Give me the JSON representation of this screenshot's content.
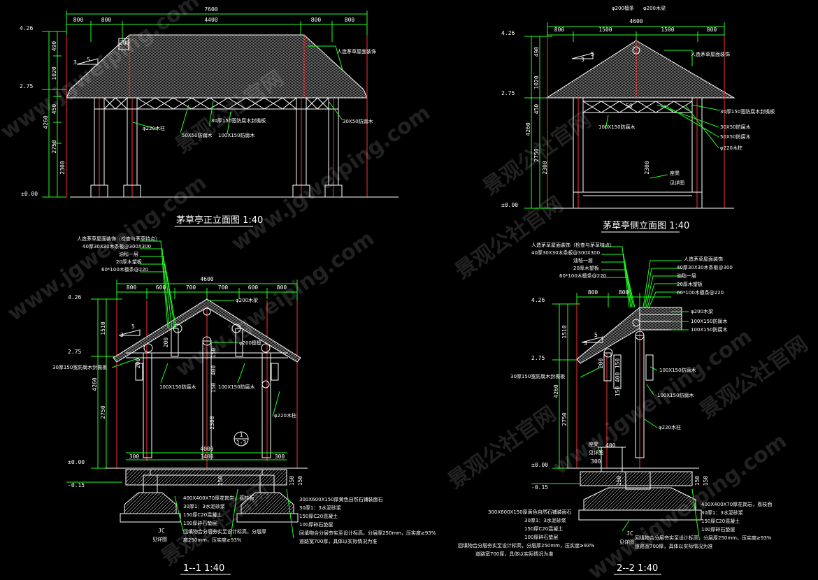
{
  "colors": {
    "background": "#000000",
    "dimension": "#22ff22",
    "structure": "#ff3030",
    "outline": "#ffffff",
    "leader": "#22ff22"
  },
  "watermarks": [
    "www.jgweiping.com",
    "景观公社官网"
  ],
  "front": {
    "title": "茅草亭正立面图 1:40",
    "top_dims": [
      "7600",
      "800",
      "800",
      "4400",
      "800",
      "800"
    ],
    "left_dims": [
      "490",
      "1020",
      "450",
      "4260",
      "2750",
      "2300"
    ],
    "levels": [
      "4.26",
      "2.75",
      "±0.00"
    ],
    "inner": [
      "300",
      "5",
      "3"
    ],
    "labels": [
      "人造茅草屋面装饰",
      "30厚150宽防腐木封檐板",
      "30X50防腐木",
      "φ220木柱",
      "50X50防腐木",
      "100X150防腐木"
    ]
  },
  "side": {
    "title": "茅草亭侧立面图 1:40",
    "top_dims": [
      "φ200檩条",
      "φ200木梁",
      "4600",
      "800",
      "1500",
      "1500",
      "800"
    ],
    "left_dims": [
      "490",
      "1020",
      "450",
      "4260",
      "2750",
      "2300",
      "2300"
    ],
    "levels": [
      "4.26",
      "2.75",
      "±0.00"
    ],
    "inner": [
      "5",
      "3",
      "50"
    ],
    "labels": [
      "人造茅草屋面装饰",
      "30厚150宽防腐木封檐板",
      "100X150防腐木",
      "30X50防腐木",
      "50X50防腐木",
      "φ220木柱",
      "座凳",
      "见详图"
    ]
  },
  "sec1": {
    "title": "1--1 1:40",
    "top_notes": [
      "人造茅草屋面装饰（检查与茅草特点）",
      "40厚30X30木条板@300X300",
      "油毡一层",
      "20厚木望板",
      "60*100木檩条@220"
    ],
    "top_dims": [
      "4600",
      "800",
      "600",
      "700",
      "700",
      "600",
      "800"
    ],
    "levels": [
      "4.26",
      "2.75",
      "±0.00",
      "-0.15"
    ],
    "left_dims": [
      "1510",
      "4260",
      "2750"
    ],
    "inner": [
      "5",
      "3",
      "200",
      "200",
      "150",
      "400",
      "150",
      "2300",
      "4000",
      "300",
      "3400",
      "300",
      "150",
      "150",
      "150",
      "1",
      "1-3"
    ],
    "labels": [
      "φ200木梁",
      "φ200檩檩",
      "30厚150宽防腐木封檐板",
      "100X150防腐木",
      "100X150防腐木",
      "φ220木柱",
      "JC",
      "见详图"
    ],
    "bottom_notes": [
      "400X400X70厚花岗岩，荔枝面",
      "30厚1：3水泥砂浆",
      "150厚C20混凝土",
      "100厚碎石垫层",
      "回填物合分层夯实至设计标高，分层厚",
      "度250mm，压实度≥93%"
    ],
    "right_notes": [
      "300X600X150厚黄色自然石铺装面石",
      "30厚1：3水泥砂浆",
      "150厚C20混凝土",
      "100厚碎石垫层",
      "回填物合分层夯实至设计标高，分层厚250mm，压实度≥93%",
      "道路宽700厚，具体以实际情况为准"
    ]
  },
  "sec2": {
    "title": "2--2 1:40",
    "top_notes": [
      "人造茅草屋面装饰（检查与茅草特点）",
      "40厚30X30木条板@300X300",
      "油毡一层",
      "20厚木望板",
      "60*100木檩条@220"
    ],
    "right_top": [
      "人造茅草屋面装饰",
      "40厚30X30木条板@300",
      "油毡一层",
      "20厚木望板",
      "60*100木檩条@220"
    ],
    "top_dims": [
      "800",
      "800"
    ],
    "levels": [
      "4.26",
      "2.75",
      "±0.00",
      "-0.15"
    ],
    "left_dims": [
      "1510",
      "4260",
      "2750"
    ],
    "inner": [
      "5",
      "3",
      "200",
      "150",
      "400",
      "150",
      "400",
      "300",
      "150",
      "150",
      "150"
    ],
    "labels": [
      "φ200木梁",
      "100X150防腐木",
      "100X150防腐木",
      "30厚150宽防腐木封檐板",
      "100X150防腐木",
      "100X150防腐木",
      "φ220木柱",
      "座凳",
      "见详图",
      "JC",
      "见详图"
    ],
    "bottom_notes": [
      "300X600X150厚黄色自然石铺装面石",
      "30厚1：3水泥砂浆",
      "150厚C20混凝土",
      "100厚碎石垫层",
      "回填物合分层夯实至设计标高，分层厚250mm，压实度≥93%",
      "道路宽700厚，具体以实际情况为准"
    ],
    "right_notes": [
      "400X400X70厚花岗岩，荔枝面",
      "30厚1：3水泥砂浆",
      "150厚C20混凝土",
      "100厚碎石垫层",
      "回填物合分层夯实至设计标高，分层厚250mm，压实度≥93%",
      "道路宽700厚，具体以实际情况为准"
    ]
  }
}
